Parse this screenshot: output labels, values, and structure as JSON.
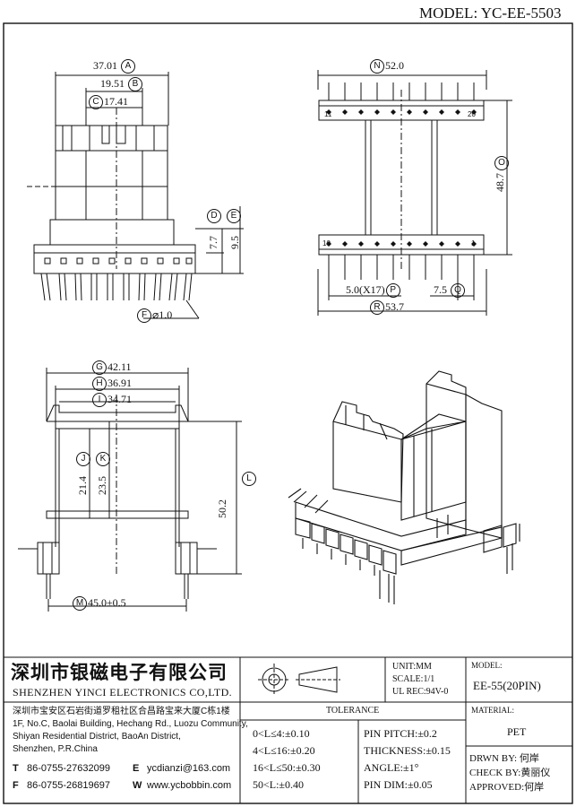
{
  "model_header": "MODEL: YC-EE-5503",
  "dims": {
    "A": {
      "label": "A",
      "value": "37.01"
    },
    "B": {
      "label": "B",
      "value": "19.51"
    },
    "C": {
      "label": "C",
      "value": "17.41"
    },
    "D": {
      "label": "D",
      "value": "7.7"
    },
    "E": {
      "label": "E",
      "value": "9.5"
    },
    "F": {
      "label": "F",
      "value": "⌀1.0"
    },
    "N": {
      "label": "N",
      "value": "52.0"
    },
    "O": {
      "label": "O",
      "value": "48.7"
    },
    "P": {
      "label": "P",
      "value": "5.0(X17)"
    },
    "Q": {
      "label": "Q",
      "value": "7.5"
    },
    "R": {
      "label": "R",
      "value": "53.7"
    },
    "G": {
      "label": "G",
      "value": "42.11"
    },
    "H": {
      "label": "H",
      "value": "36.91"
    },
    "I": {
      "label": "I",
      "value": "34.71"
    },
    "J": {
      "label": "J",
      "value": "21.4"
    },
    "K": {
      "label": "K",
      "value": "23.5"
    },
    "L": {
      "label": "L",
      "value": "50.2"
    },
    "M": {
      "label": "M",
      "value": "45.0±0.5"
    }
  },
  "pin_numbers": {
    "top_left": "11",
    "top_right": "20",
    "bottom_left": "10",
    "bottom_right": "1"
  },
  "company": {
    "name_cn": "深圳市银磁电子有限公司",
    "name_en": "SHENZHEN YINCI ELECTRONICS CO,LTD.",
    "address_cn": "深圳市宝安区石岩街道罗租社区合昌路宝来大厦C栋1楼",
    "address_en_1": "1F, No.C, Baolai Building, Hechang Rd., Luozu Community,",
    "address_en_2": "Shiyan Residential District, BaoAn District,",
    "address_en_3": "Shenzhen, P.R.China",
    "tel_label": "T",
    "tel": "86-0755-27632099",
    "fax_label": "F",
    "fax": "86-0755-26819697",
    "email_label": "E",
    "email": "ycdianzi@163.com",
    "web_label": "W",
    "web": "www.ycbobbin.com"
  },
  "units": {
    "unit": "UNIT:MM",
    "scale": "SCALE:1/1",
    "ul": "UL REC:94V-0"
  },
  "model": {
    "label": "MODEL:",
    "value": "EE-55(20PIN)"
  },
  "material": {
    "label": "MATERIAL:",
    "value": "PET"
  },
  "tolerance": {
    "title": "TOLERANCE",
    "rows_left": [
      "0<L≤4:±0.10",
      "4<L≤16:±0.20",
      "16<L≤50:±0.30",
      "50<L:±0.40"
    ],
    "rows_right": [
      "PIN PITCH:±0.2",
      "THICKNESS:±0.15",
      "ANGLE:±1°",
      "PIN DIM:±0.05"
    ]
  },
  "signoff": {
    "drawn": "DRWN BY: 何岸",
    "check": "CHECK BY:黄丽仪",
    "approved": "APPROVED:何岸"
  }
}
